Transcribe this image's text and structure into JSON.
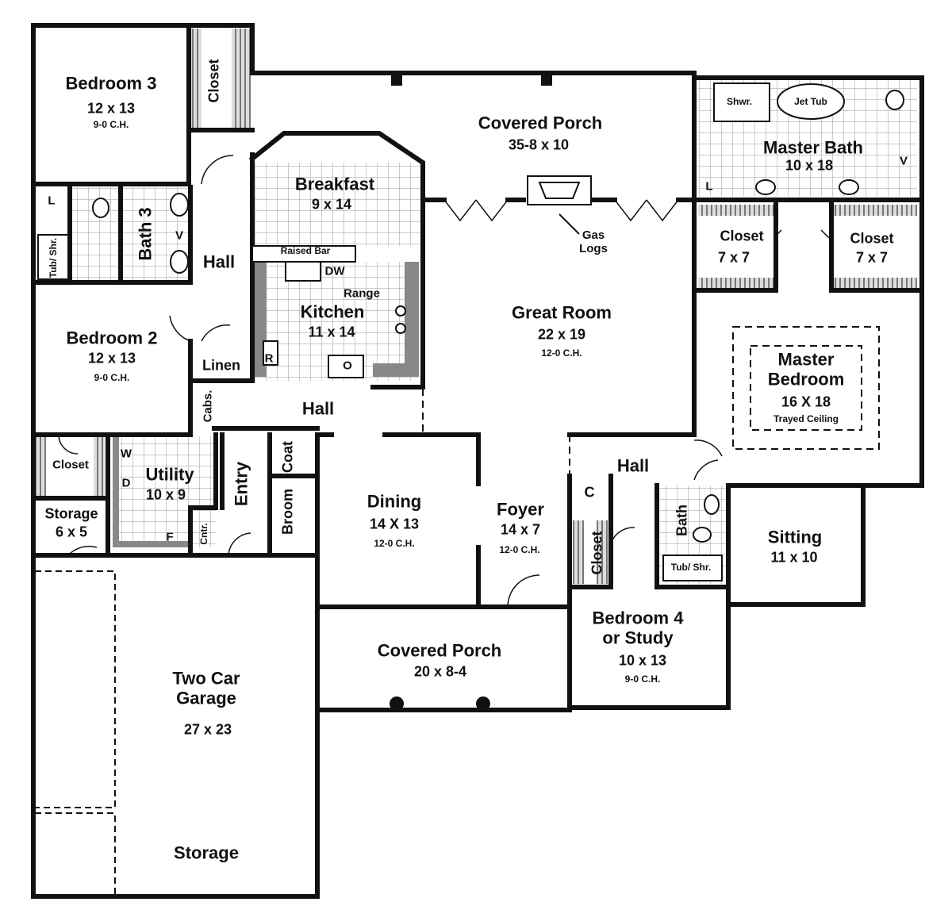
{
  "rooms": {
    "bedroom3": {
      "name": "Bedroom 3",
      "size": "12 x 13",
      "ceiling": "9-0 C.H."
    },
    "bedroom3_closet": "Closet",
    "covered_porch_rear": {
      "name": "Covered Porch",
      "size": "35-8 x 10"
    },
    "master_bath": {
      "name": "Master Bath",
      "size": "10 x 18"
    },
    "shower": "Shwr.",
    "jet_tub": "Jet Tub",
    "breakfast": {
      "name": "Breakfast",
      "size": "9 x 14"
    },
    "bath3": "Bath 3",
    "hall_left": "Hall",
    "gas_logs": "Gas\nLogs",
    "master_closet_left": {
      "name": "Closet",
      "size": "7 x 7"
    },
    "master_closet_right": {
      "name": "Closet",
      "size": "7 x 7"
    },
    "raised_bar": "Raised Bar",
    "dw": "DW",
    "range": "Range",
    "kitchen": {
      "name": "Kitchen",
      "size": "11 x 14"
    },
    "great_room": {
      "name": "Great Room",
      "size": "22 x 19",
      "ceiling": "12-0 C.H."
    },
    "bedroom2": {
      "name": "Bedroom 2",
      "size": "12 x 13",
      "ceiling": "9-0 C.H."
    },
    "master_bedroom": {
      "name": "Master\nBedroom",
      "size": "16  X 18",
      "note": "Trayed Ceiling"
    },
    "linen": "Linen",
    "r": "R",
    "o": "O",
    "cabs": "Cabs.",
    "hall_center": "Hall",
    "closet_small": "Closet",
    "utility": {
      "name": "Utility",
      "size": "10 x 9"
    },
    "coat": "Coat",
    "entry": "Entry",
    "hall_right": "Hall",
    "storage_small": {
      "name": "Storage",
      "size": "6 x 5"
    },
    "broom": "Broom",
    "cntr": "Cntr.",
    "w": "W",
    "d": "D",
    "f": "F",
    "c": "C",
    "dining": {
      "name": "Dining",
      "size": "14 X 13",
      "ceiling": "12-0 C.H."
    },
    "foyer": {
      "name": "Foyer",
      "size": "14 x 7",
      "ceiling": "12-0 C.H."
    },
    "bath_small": "Bath",
    "closet_b4": "Closet",
    "tub_shr_right": "Tub/ Shr.",
    "tub_shr_left": "Tub/ Shr.",
    "sitting": {
      "name": "Sitting",
      "size": "11 x 10"
    },
    "bedroom4": {
      "name": "Bedroom 4\nor Study",
      "size": "10 x 13",
      "ceiling": "9-0 C.H."
    },
    "covered_porch_front": {
      "name": "Covered Porch",
      "size": "20 x 8-4"
    },
    "garage": {
      "name": "Two Car\nGarage",
      "size": "27 x 23"
    },
    "garage_storage": "Storage",
    "l_left": "L",
    "l_right": "L",
    "v_left": "V",
    "v_right": "V"
  }
}
